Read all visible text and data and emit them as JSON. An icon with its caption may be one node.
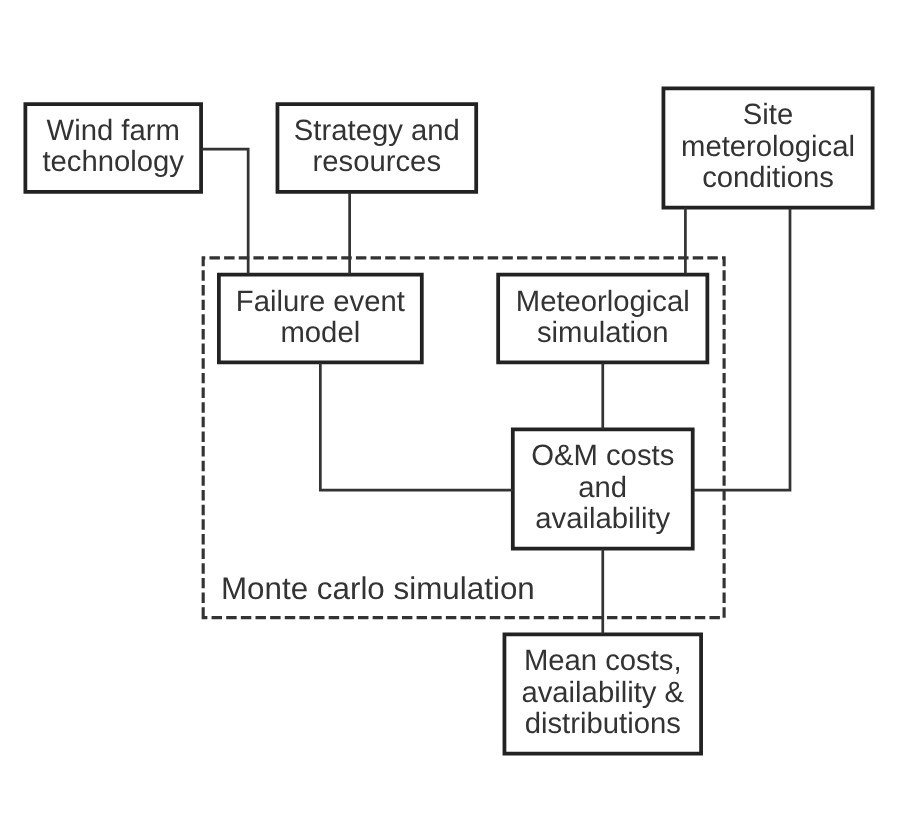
{
  "diagram": {
    "nodes": [
      {
        "text": [
          "Wind farm technology"
        ]
      },
      {
        "text": [
          "Strategy and resources"
        ]
      },
      {
        "text": [
          "Site meterological conditions"
        ]
      },
      {
        "text": [
          "Monte carlo simulation"
        ]
      },
      {
        "text": [
          "Failure event model"
        ],
        "in": 3
      },
      {
        "text": [
          "Meteorlogical simulation"
        ],
        "in": 3
      },
      {
        "text": [
          "O&M costs and availability"
        ],
        "in": 3
      },
      {
        "text": [
          "Mean costs, availability & distributions"
        ]
      }
    ],
    "edges": [
      {
        "from": 0,
        "to": 4,
        "arrow": "none"
      },
      {
        "from": 1,
        "to": 4,
        "arrow": "none"
      },
      {
        "from": 2,
        "to": 5,
        "arrow": "none"
      },
      {
        "from": 2,
        "to": 6,
        "arrow": "none"
      },
      {
        "from": 4,
        "to": 6,
        "arrow": "none"
      },
      {
        "from": 5,
        "to": 6,
        "arrow": "none"
      },
      {
        "from": 6,
        "to": 7,
        "arrow": "none"
      }
    ]
  }
}
